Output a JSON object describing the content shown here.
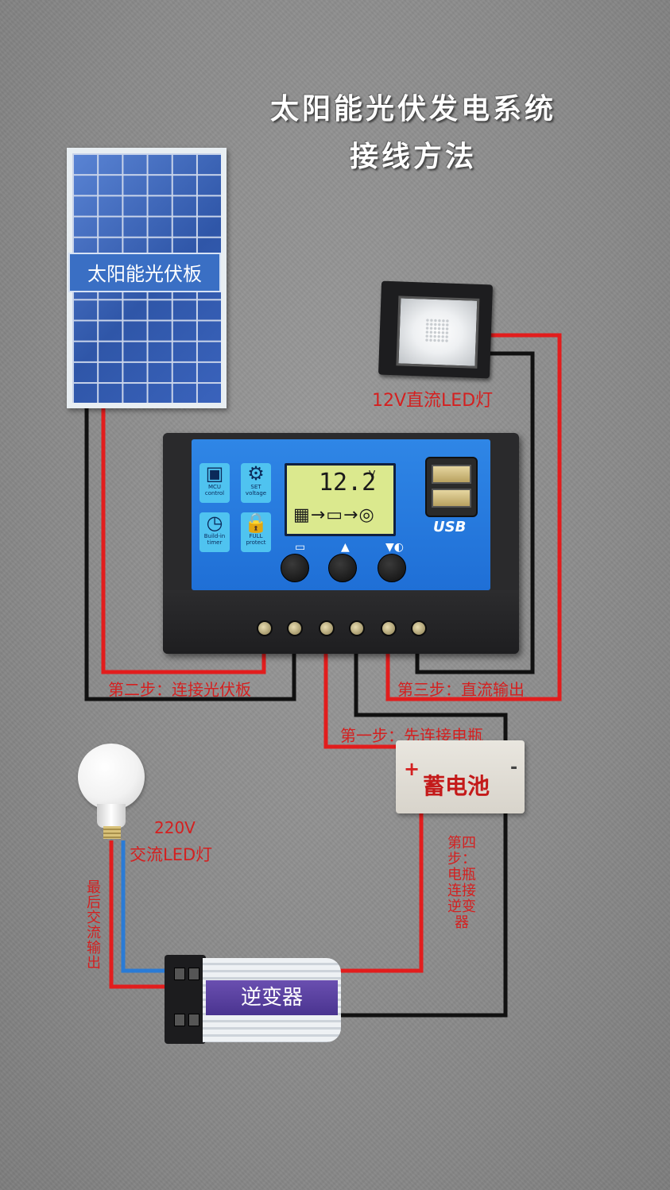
{
  "title": {
    "line1": "太阳能光伏发电系统",
    "line2": "接线方法"
  },
  "components": {
    "solar_panel_label": "太阳能光伏板",
    "led12_label": "12V直流LED灯",
    "battery_label": "蓄电池",
    "battery_plus": "+",
    "battery_minus": "-",
    "inverter_label": "逆变器",
    "ac_bulb_voltage": "220V",
    "ac_bulb_label": "交流LED灯"
  },
  "controller": {
    "lcd_voltage": "12.2",
    "lcd_unit": "V",
    "usb_label": "USB",
    "icons": [
      {
        "name": "mcu-icon",
        "glyph": "▣",
        "text": "MCU control"
      },
      {
        "name": "settings-icon",
        "glyph": "⚙",
        "text": "SET voltage"
      },
      {
        "name": "timer-icon",
        "glyph": "◷",
        "text": "Build-in timer"
      },
      {
        "name": "lock-icon",
        "glyph": "🔒",
        "text": "FULL protect"
      }
    ],
    "lcd_flow_glyphs": "▦→▭→◎"
  },
  "steps": {
    "step1": "第一步：先连接电瓶",
    "step2": "第二步：连接光伏板",
    "step3": "第三步：直流输出",
    "step4": "第四步：电瓶连接逆变器",
    "final": "最后交流输出"
  },
  "colors": {
    "wire_red": "#e21d1d",
    "wire_black": "#111111",
    "wire_blue": "#2a7bd6",
    "label_red": "#d42020"
  }
}
